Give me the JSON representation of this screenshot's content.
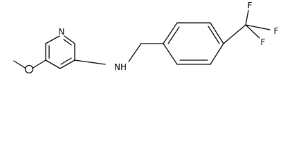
{
  "molecule": {
    "atoms": {
      "ring_nitrogen": "N",
      "amine": "NH",
      "fluorine_1": "F",
      "fluorine_2": "F",
      "fluorine_3": "F"
    }
  }
}
